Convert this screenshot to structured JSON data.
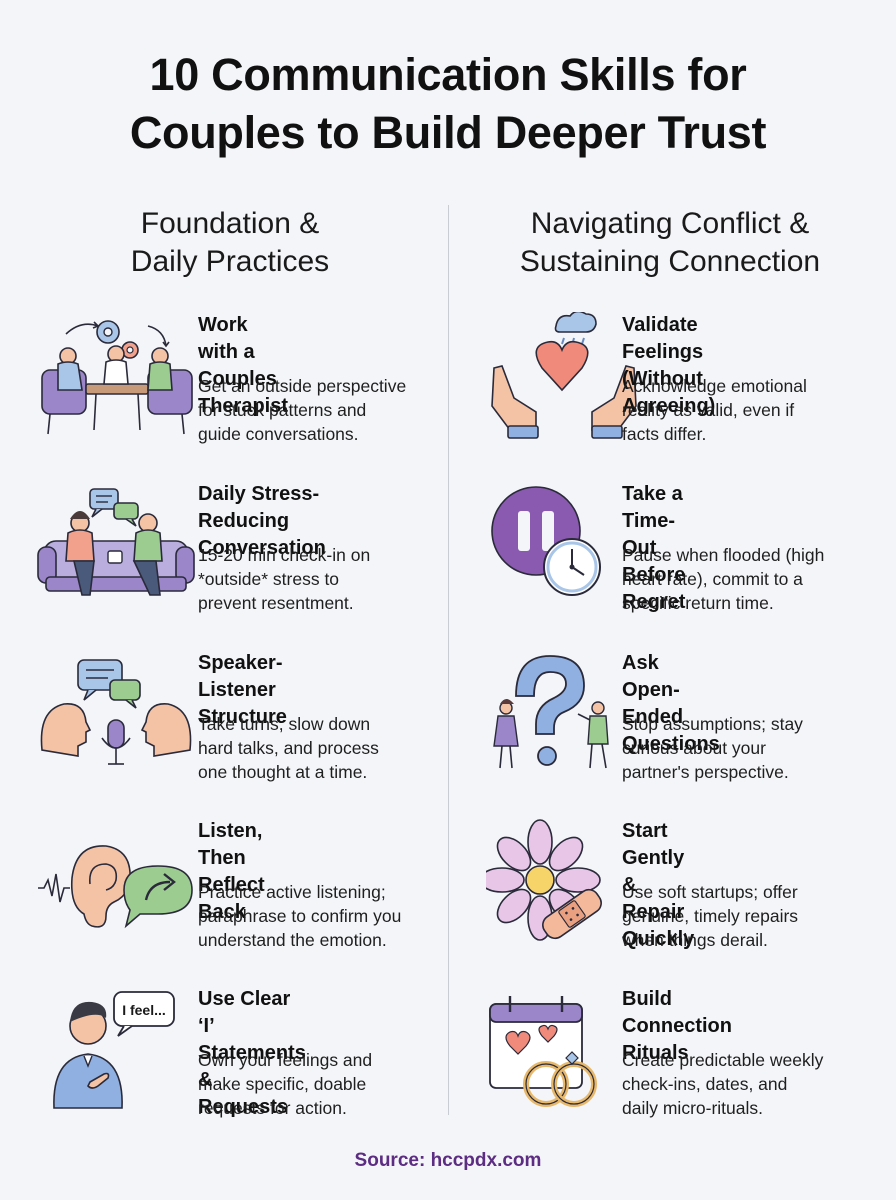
{
  "title": {
    "line1": "10 Communication Skills for",
    "line2": "Couples to Build Deeper Trust"
  },
  "columns": {
    "left": {
      "heading_line1": "Foundation &",
      "heading_line2": "Daily Practices",
      "items": [
        {
          "title_lines": [
            "Work with a",
            "Couples Therapist"
          ],
          "desc_lines": [
            "Get an outside perspective",
            "for stuck patterns and",
            "guide conversations."
          ],
          "icon": "therapy-session-icon"
        },
        {
          "title_lines": [
            "Daily Stress-Reducing",
            "Conversation"
          ],
          "desc_lines": [
            "15-20 min check-in on",
            "*outside* stress to",
            "prevent resentment."
          ],
          "icon": "couple-on-sofa-icon"
        },
        {
          "title_lines": [
            "Speaker-Listener",
            "Structure"
          ],
          "desc_lines": [
            "Take turns, slow down",
            "hard talks, and process",
            "one thought at a time."
          ],
          "icon": "speaker-listener-icon"
        },
        {
          "title_lines": [
            "Listen, Then Reflect",
            "Back"
          ],
          "desc_lines": [
            "Practice active listening;",
            "paraphrase to confirm you",
            "understand the emotion."
          ],
          "icon": "ear-reflect-icon"
        },
        {
          "title_lines": [
            "Use Clear ‘I’",
            "Statements & Requests"
          ],
          "desc_lines": [
            "Own your feelings and",
            "make specific, doable",
            "requests for action."
          ],
          "icon": "i-feel-person-icon",
          "bubble_text": "I feel..."
        }
      ]
    },
    "right": {
      "heading_line1": "Navigating Conflict &",
      "heading_line2": "Sustaining Connection",
      "items": [
        {
          "title_lines": [
            "Validate Feelings",
            "(Without Agreeing)"
          ],
          "desc_lines": [
            "Acknowledge emotional",
            "reality as valid, even if",
            "facts differ."
          ],
          "icon": "hands-heart-icon"
        },
        {
          "title_lines": [
            "Take a Time-Out",
            "Before Regret"
          ],
          "desc_lines": [
            "Pause when flooded (high",
            "heart rate), commit to a",
            "specific return time."
          ],
          "icon": "pause-clock-icon"
        },
        {
          "title_lines": [
            "Ask Open-Ended",
            "Questions"
          ],
          "desc_lines": [
            "Stop assumptions; stay",
            "curious about your",
            "partner's perspective."
          ],
          "icon": "question-mark-icon"
        },
        {
          "title_lines": [
            "Start Gently & Repair",
            "Quickly"
          ],
          "desc_lines": [
            "Use soft startups; offer",
            "genuine, timely repairs",
            "when things derail."
          ],
          "icon": "flower-bandage-icon"
        },
        {
          "title_lines": [
            "Build Connection",
            "Rituals"
          ],
          "desc_lines": [
            "Create predictable weekly",
            "check-ins, dates, and",
            "daily micro-rituals."
          ],
          "icon": "calendar-rings-icon"
        }
      ]
    }
  },
  "source": "Source: hccpdx.com",
  "colors": {
    "background": "#f3f5f8",
    "accent": "#5c2d82",
    "purple": "#8a6bbd",
    "skin": "#f4c3a6",
    "green": "#9ccc8f",
    "blue": "#a9c6e8"
  }
}
